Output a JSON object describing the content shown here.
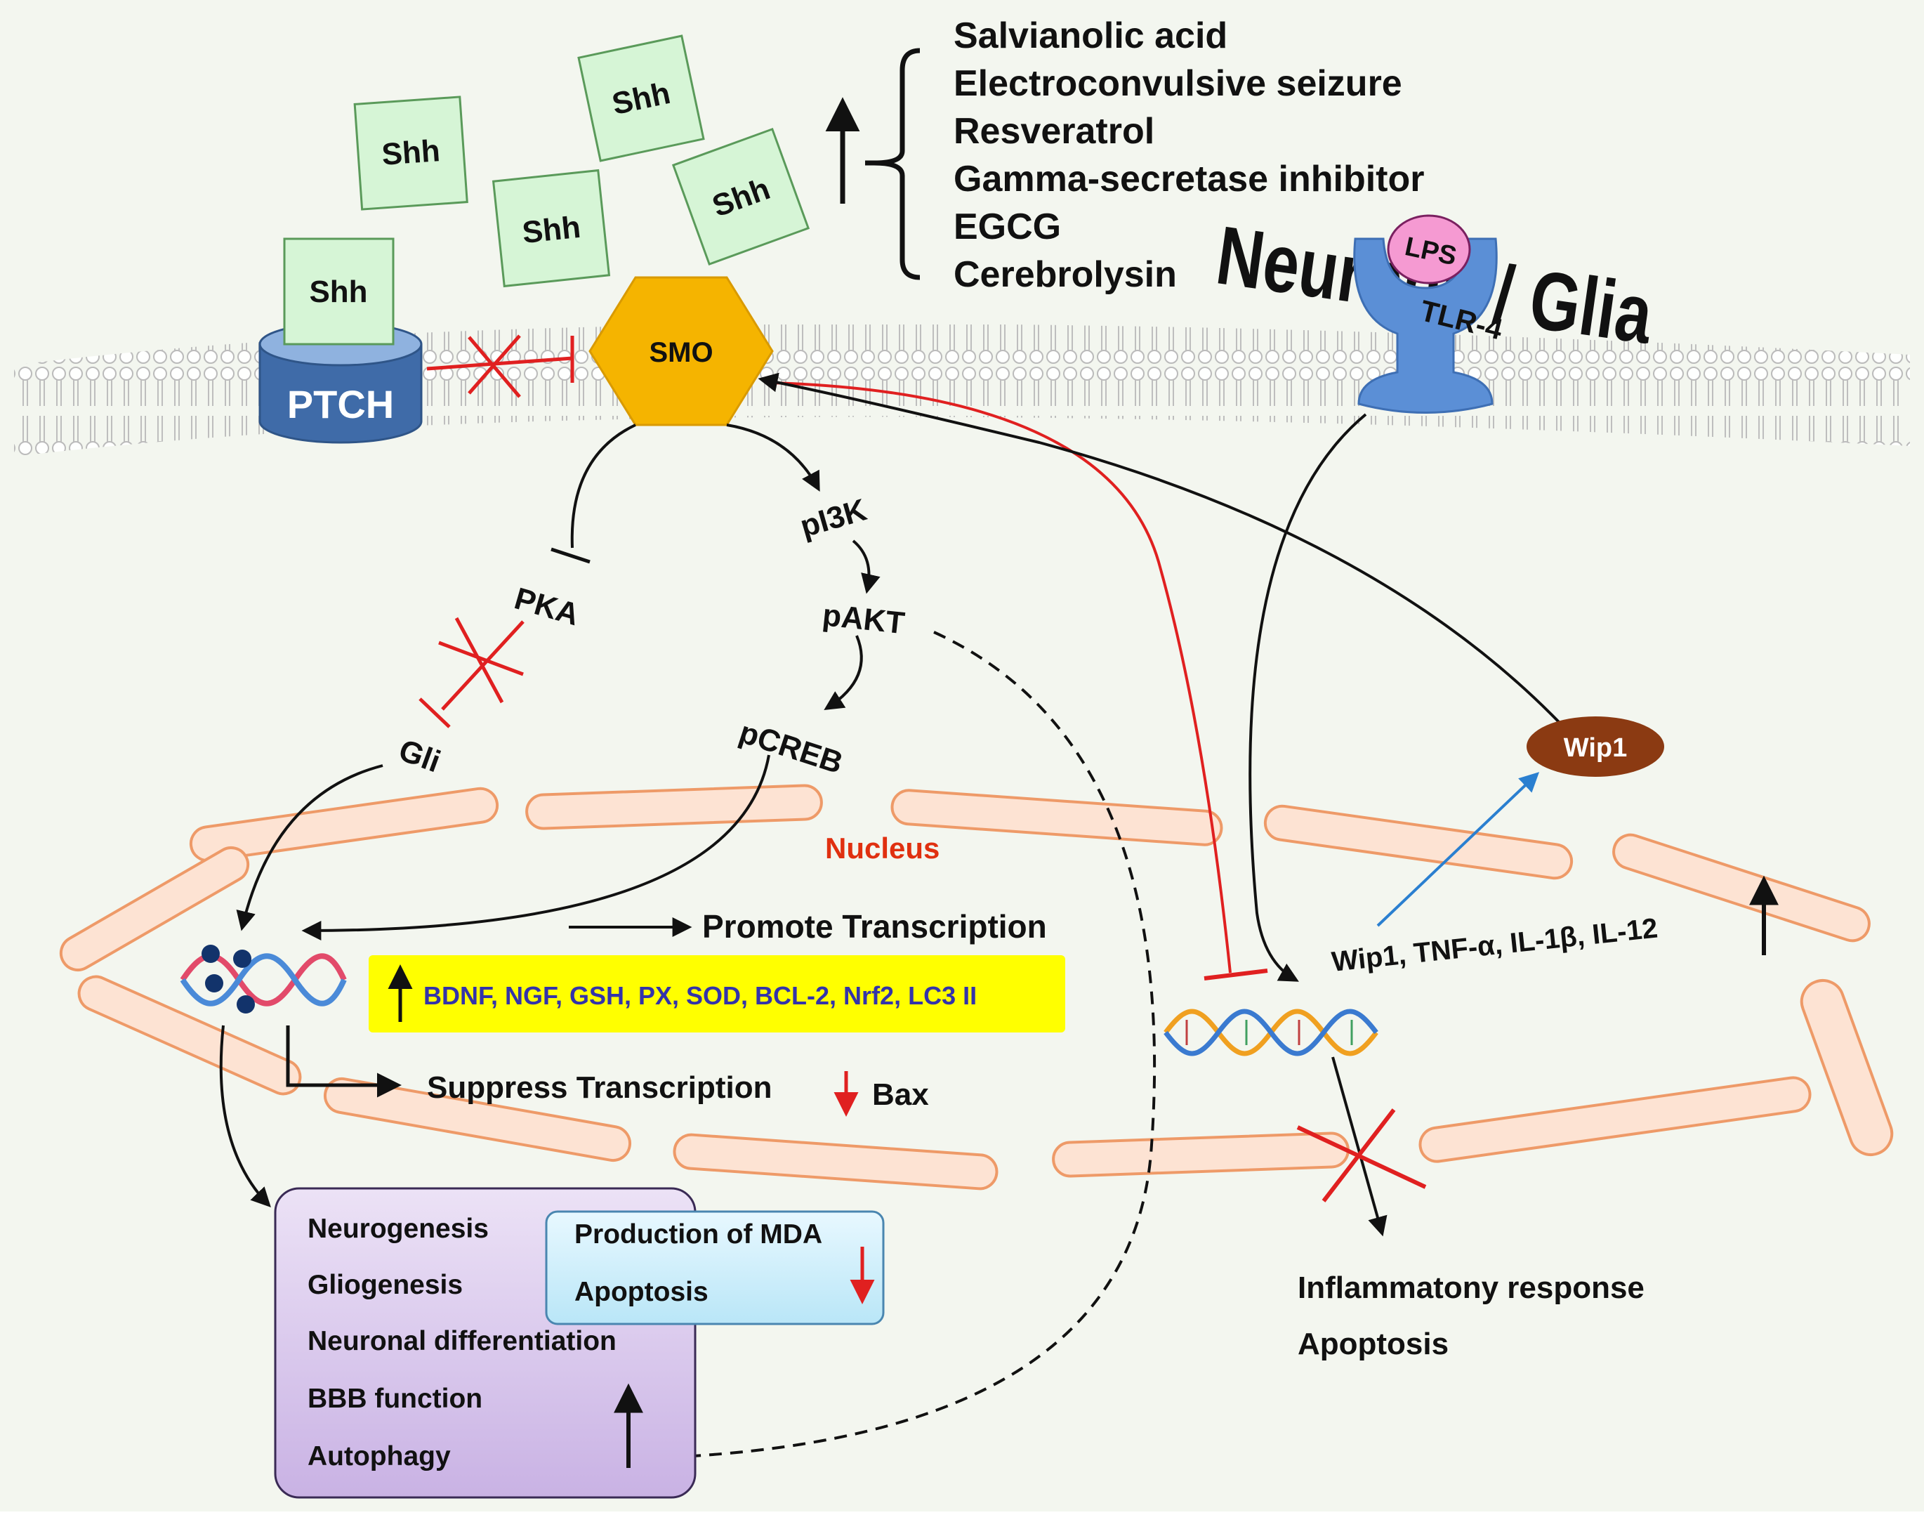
{
  "cell_label": "Neurons / Glia",
  "ligand": "Shh",
  "receptor": "PTCH",
  "smo": "SMO",
  "tlr": "TLR-4",
  "lps": "LPS",
  "upregulators": [
    "Salvianolic acid",
    "Electroconvulsive seizure",
    "Resveratrol",
    "Gamma-secretase inhibitor",
    "EGCG",
    "Cerebrolysin"
  ],
  "pathway": {
    "pka": "PKA",
    "gli": "Gli",
    "pi3k": "pI3K",
    "pakt": "pAKT",
    "pcreb": "pCREB"
  },
  "nucleus": "Nucleus",
  "promote": "Promote Transcription",
  "promoted_genes": "BDNF, NGF, GSH, PX, SOD, BCL-2, Nrf2, LC3 II",
  "suppress": "Suppress Transcription",
  "suppressed_gene": "Bax",
  "effects": [
    "Neurogenesis",
    "Gliogenesis",
    "Neuronal differentiation",
    "BBB function",
    "Autophagy"
  ],
  "reduced_effects": [
    "Production of MDA",
    "Apoptosis"
  ],
  "wip1": "Wip1",
  "inflammatory_genes": "Wip1, TNF-α, IL-1β, IL-12",
  "outcomes": [
    "Inflammatony response",
    "Apoptosis"
  ],
  "colors": {
    "shh_fill": "#d6f5d6",
    "shh_stroke": "#5a9a5a",
    "ptch": "#4a78b8",
    "smo": "#f5b400",
    "tlr": "#5b8fd6",
    "lps": "#f59ad2",
    "wip1": "#8b3a12",
    "highlight": "#ffff00",
    "gene_text": "#3333aa",
    "inhibit": "#e02020",
    "nucleus_text": "#e03010",
    "envelope": "#f0a070",
    "effects_box": "#ddc8ee",
    "mda_box": "#cdeffa"
  }
}
